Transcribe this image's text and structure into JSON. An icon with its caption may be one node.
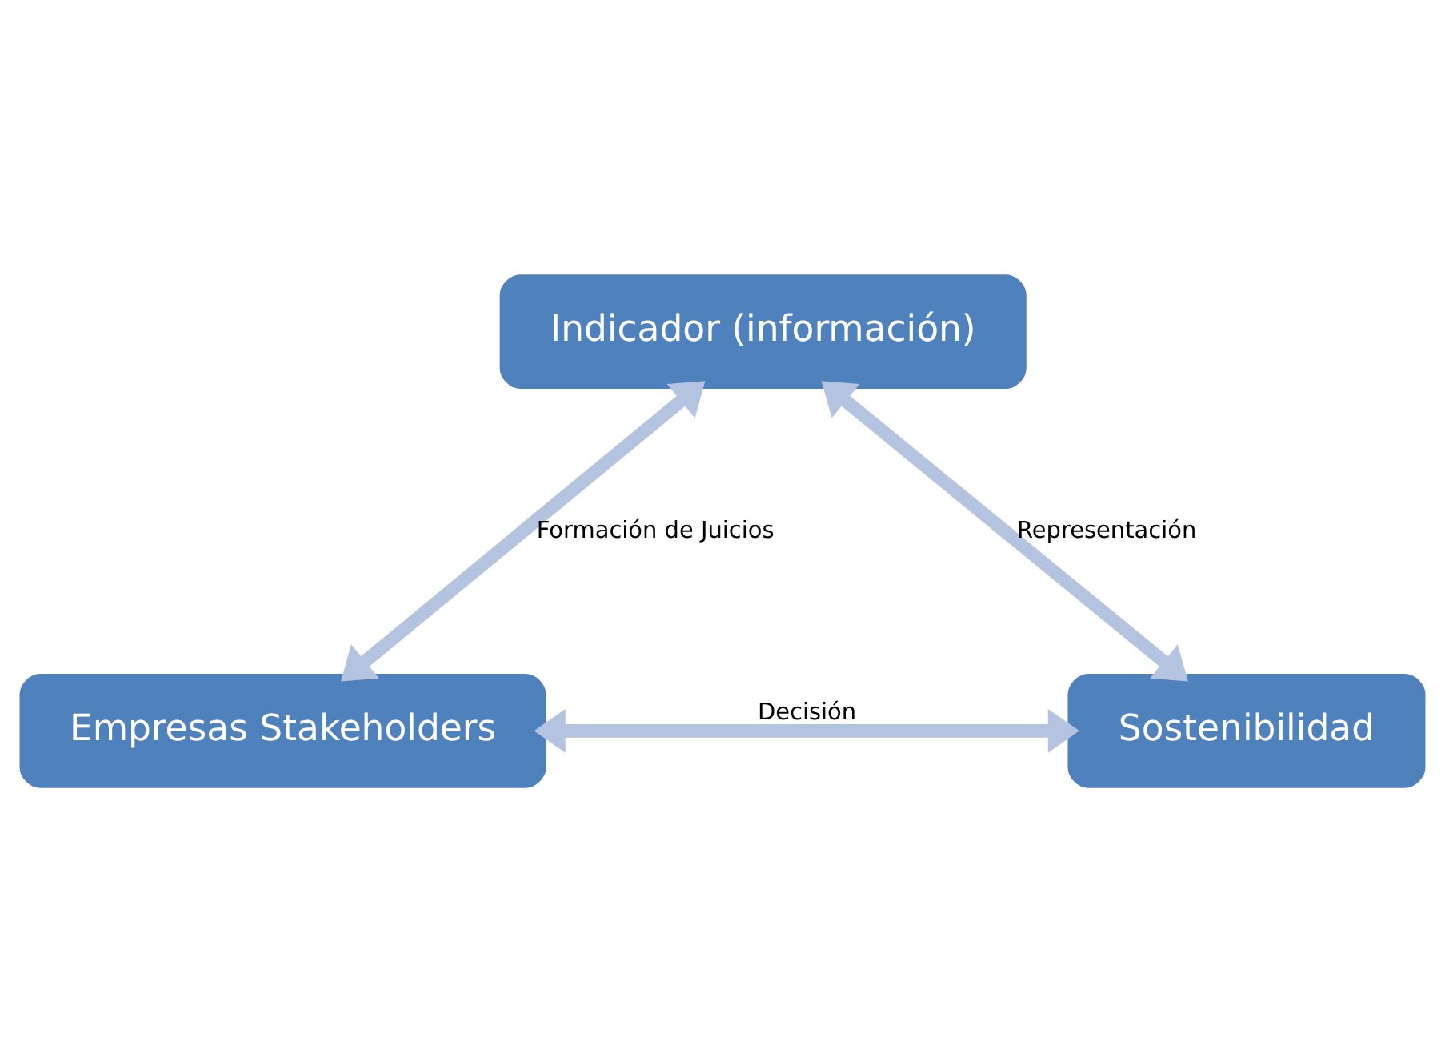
{
  "diagram": {
    "nodes": [
      {
        "text": [
          "Indicador (información)"
        ]
      },
      {
        "text": [
          "Empresas Stakeholders"
        ]
      },
      {
        "text": [
          "Sostenibilidad"
        ]
      }
    ],
    "edges": [
      {
        "from": 0,
        "to": 1,
        "arrow": "both",
        "label": "Formación de Juicios"
      },
      {
        "from": 0,
        "to": 2,
        "arrow": "both",
        "label": "Representación"
      },
      {
        "from": 1,
        "to": 2,
        "arrow": "both",
        "label": "Decisión"
      }
    ]
  }
}
